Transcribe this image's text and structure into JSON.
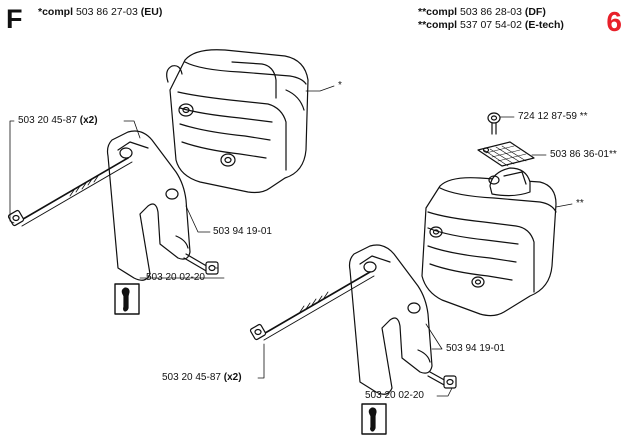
{
  "section_letter": "F",
  "header_left": {
    "prefix": "*compl",
    "number": "503 86 27-03",
    "variant": "(EU)"
  },
  "header_right": [
    {
      "prefix": "**compl",
      "number": "503 86 28-03",
      "variant": "(DF)"
    },
    {
      "prefix": "**compl",
      "number": "537 07 54-02",
      "variant": "(E-tech)"
    }
  ],
  "page_number": "6",
  "page_number_color": "#e8202a",
  "left_assembly": {
    "muffler_mark": "*",
    "bolt": {
      "number": "503 20 45-87",
      "qty": "(x2)"
    },
    "bracket": {
      "number": "503 94 19-01"
    },
    "screw": {
      "number": "503 20 02-20"
    }
  },
  "right_assembly": {
    "small_screw": {
      "number": "724 12 87-59",
      "mark": "**"
    },
    "screen": {
      "number": "503 86 36-01",
      "mark": "**"
    },
    "muffler_mark": "**",
    "bracket": {
      "number": "503 94 19-01"
    },
    "bolt": {
      "number": "503 20 45-87",
      "qty": "(x2)"
    },
    "screw": {
      "number": "503 20 02-20"
    }
  },
  "icons": [
    "wrench-icon",
    "wrench-icon"
  ]
}
